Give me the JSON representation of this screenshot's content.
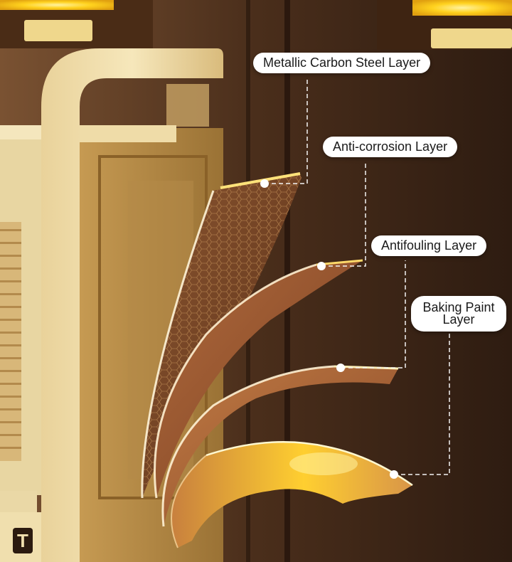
{
  "labels": {
    "metallic_carbon_steel": "Metallic Carbon Steel Layer",
    "anti_corrosion": "Anti-corrosion Layer",
    "antifouling": "Antifouling Layer",
    "baking_paint": "Baking Paint Layer"
  },
  "colors": {
    "cabinet": "#f3e2b0",
    "glow": "#ffcc1a",
    "steel": "#b8743f",
    "wall": "#3a2416"
  },
  "icons": {
    "corner_mark": "T"
  }
}
